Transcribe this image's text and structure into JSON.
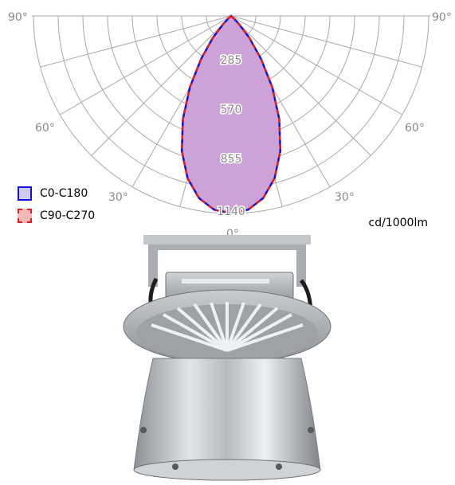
{
  "chart_data": {
    "type": "polar",
    "unit_label": "cd/1000lm",
    "radial_ticks": [
      "285",
      "570",
      "855",
      "1140"
    ],
    "radial_max": 1140,
    "angle_labels": {
      "left": [
        "90°",
        "60°",
        "30°"
      ],
      "right": [
        "90°",
        "60°",
        "30°"
      ],
      "bottom": "0°"
    },
    "angles_deg": [
      0,
      5,
      10,
      15,
      20,
      25,
      30,
      35,
      40,
      45,
      50
    ],
    "series": [
      {
        "name": "C0-C180",
        "color": "#1010e0",
        "fill": "#cfcaf0",
        "dashed": false,
        "values": [
          1140,
          1123,
          1068,
          970,
          830,
          658,
          475,
          300,
          160,
          55,
          0
        ]
      },
      {
        "name": "C90-C270",
        "color": "#e02020",
        "fill": "#f4b8b8",
        "dashed": true,
        "values": [
          1140,
          1123,
          1068,
          970,
          830,
          658,
          475,
          300,
          160,
          55,
          0
        ]
      }
    ],
    "overlap_fill": "#cca3d6"
  },
  "product_image": {
    "description_icon": "highbay-lamp-photo"
  }
}
